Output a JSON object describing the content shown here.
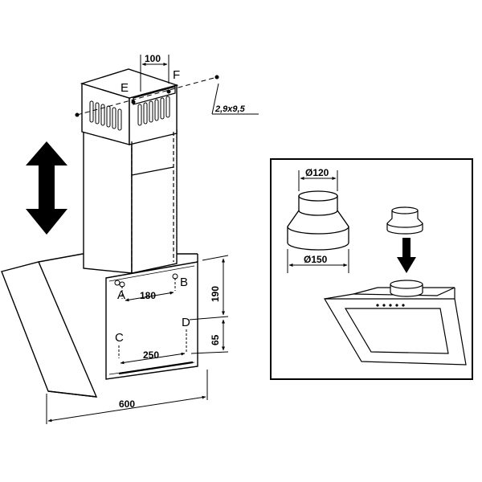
{
  "main_drawing": {
    "dimensions": {
      "chimney_width": "100",
      "screw_size": "2,9x9,5",
      "bracket_hole_spacing": "180",
      "lower_hole_spacing": "250",
      "hood_width": "600",
      "upper_height": "190",
      "lower_height": "65"
    },
    "points": {
      "a": "A",
      "b": "B",
      "c": "C",
      "d": "D",
      "e": "E",
      "f": "F"
    }
  },
  "inset": {
    "dimensions": {
      "top_diameter": "Ø120",
      "bottom_diameter": "Ø150"
    }
  }
}
